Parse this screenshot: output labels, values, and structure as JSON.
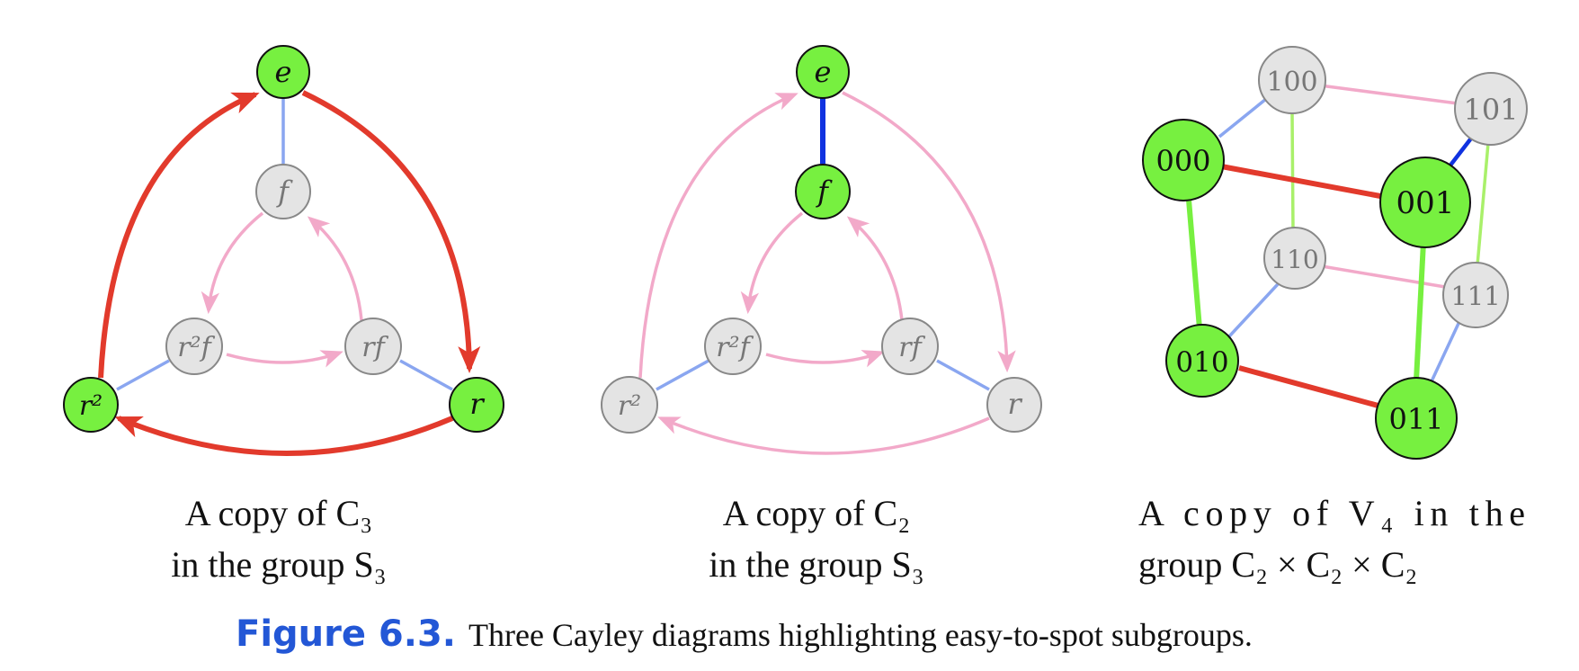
{
  "colors": {
    "green": "#77f040",
    "gray": "#e4e4e4",
    "red": "#e23a2c",
    "pink": "#f2a9c9",
    "blue": "#8aa6f0",
    "dark_blue": "#1032e0",
    "lime": "#a9f06a",
    "caption_blue": "#2357d6"
  },
  "diagrams": [
    {
      "id": "c3",
      "nodes": [
        {
          "id": "e",
          "label": "e",
          "highlight": true
        },
        {
          "id": "f",
          "label": "f",
          "highlight": false
        },
        {
          "id": "r2f",
          "label": "r²f",
          "highlight": false
        },
        {
          "id": "rf",
          "label": "rf",
          "highlight": false
        },
        {
          "id": "r2",
          "label": "r²",
          "highlight": true
        },
        {
          "id": "r",
          "label": "r",
          "highlight": true
        }
      ],
      "caption": {
        "line1": "A copy of C₃",
        "line2": "in the group S₃"
      }
    },
    {
      "id": "c2",
      "nodes": [
        {
          "id": "e",
          "label": "e",
          "highlight": true
        },
        {
          "id": "f",
          "label": "f",
          "highlight": true
        },
        {
          "id": "r2f",
          "label": "r²f",
          "highlight": false
        },
        {
          "id": "rf",
          "label": "rf",
          "highlight": false
        },
        {
          "id": "r2",
          "label": "r²",
          "highlight": false
        },
        {
          "id": "r",
          "label": "r",
          "highlight": false
        }
      ],
      "caption": {
        "line1": "A copy of C₂",
        "line2": "in the group S₃"
      }
    },
    {
      "id": "v4",
      "nodes": [
        {
          "id": "100",
          "label": "100",
          "highlight": false
        },
        {
          "id": "101",
          "label": "101",
          "highlight": false
        },
        {
          "id": "000",
          "label": "000",
          "highlight": true
        },
        {
          "id": "001",
          "label": "001",
          "highlight": true
        },
        {
          "id": "110",
          "label": "110",
          "highlight": false
        },
        {
          "id": "111",
          "label": "111",
          "highlight": false
        },
        {
          "id": "010",
          "label": "010",
          "highlight": true
        },
        {
          "id": "011",
          "label": "011",
          "highlight": true
        }
      ],
      "caption": {
        "line1": "A copy of V₄ in the",
        "line2": "group C₂ × C₂ × C₂"
      }
    }
  ],
  "figure_caption": {
    "label": "Figure 6.3.",
    "text": "Three Cayley diagrams highlighting easy-to-spot subgroups."
  }
}
